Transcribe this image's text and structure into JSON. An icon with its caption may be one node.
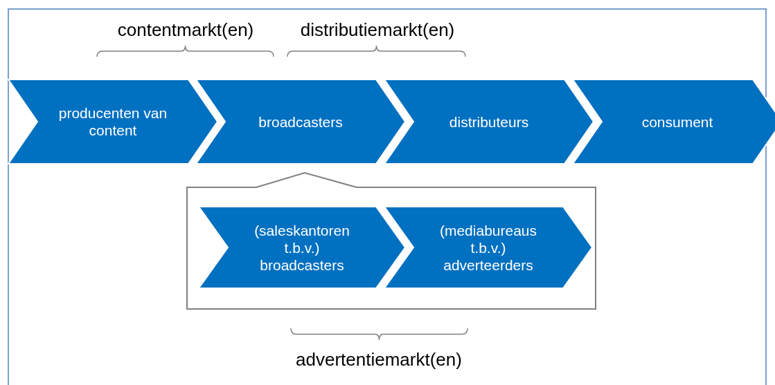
{
  "diagram": {
    "nodes": [
      {
        "text": [
          "producenten van content"
        ]
      },
      {
        "text": [
          "broadcasters"
        ]
      },
      {
        "text": [
          "distributeurs"
        ]
      },
      {
        "text": [
          "consument"
        ]
      },
      {
        "text": [],
        "shape": "box"
      },
      {
        "text": [
          "(saleskantoren t.b.v.) broadcasters"
        ],
        "in": 4
      },
      {
        "text": [
          "(mediabureaus t.b.v.) adverteerders"
        ],
        "in": 4
      }
    ],
    "labels": [
      "contentmarkt(en)",
      "distributiemarkt(en)",
      "advertentiemarkt(en)"
    ]
  }
}
